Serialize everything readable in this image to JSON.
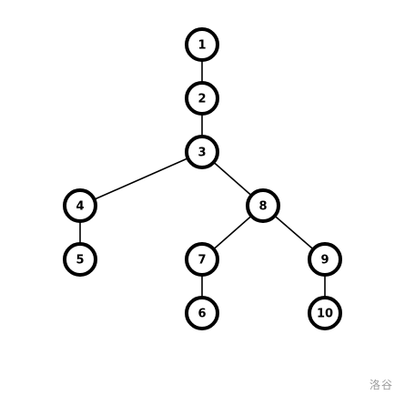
{
  "tree": {
    "nodes": [
      {
        "id": "1",
        "label": "1"
      },
      {
        "id": "2",
        "label": "2"
      },
      {
        "id": "3",
        "label": "3"
      },
      {
        "id": "4",
        "label": "4"
      },
      {
        "id": "5",
        "label": "5"
      },
      {
        "id": "8",
        "label": "8"
      },
      {
        "id": "7",
        "label": "7"
      },
      {
        "id": "9",
        "label": "9"
      },
      {
        "id": "6",
        "label": "6"
      },
      {
        "id": "10",
        "label": "10"
      }
    ],
    "edges": [
      [
        "1",
        "2"
      ],
      [
        "2",
        "3"
      ],
      [
        "3",
        "4"
      ],
      [
        "3",
        "8"
      ],
      [
        "4",
        "5"
      ],
      [
        "8",
        "7"
      ],
      [
        "8",
        "9"
      ],
      [
        "7",
        "6"
      ],
      [
        "9",
        "10"
      ]
    ]
  },
  "watermark": "洛谷"
}
